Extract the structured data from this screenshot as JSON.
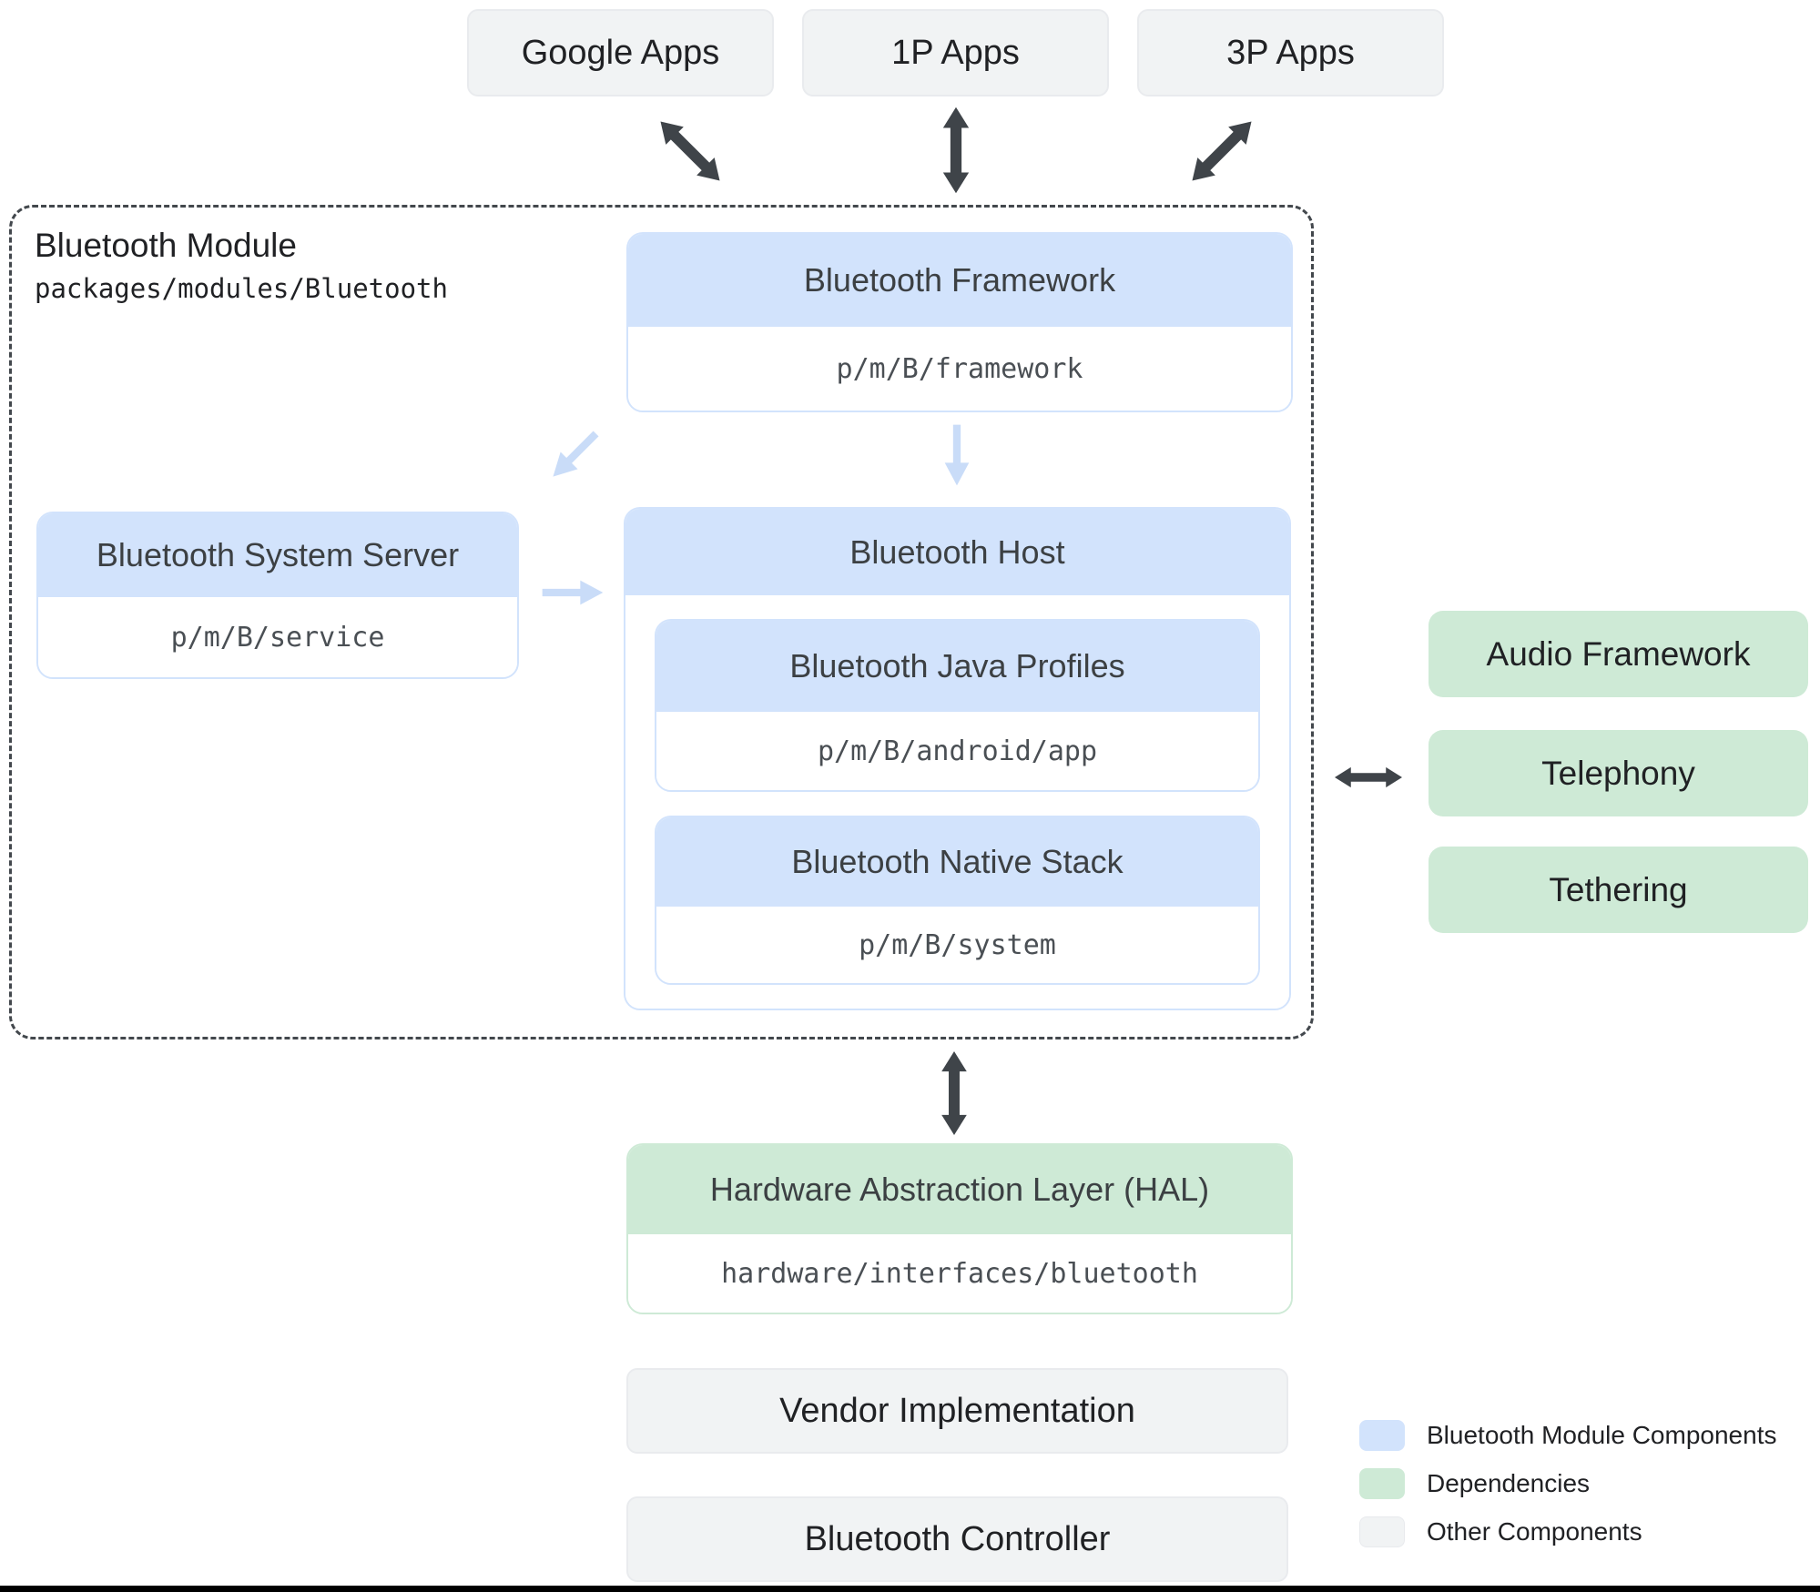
{
  "app_boxes": [
    {
      "label": "Google Apps"
    },
    {
      "label": "1P Apps"
    },
    {
      "label": "3P Apps"
    }
  ],
  "module": {
    "title": "Bluetooth Module",
    "path": "packages/modules/Bluetooth",
    "framework": {
      "title": "Bluetooth Framework",
      "path": "p/m/B/framework"
    },
    "system_server": {
      "title": "Bluetooth System Server",
      "path": "p/m/B/service"
    },
    "host": {
      "title": "Bluetooth Host",
      "children": [
        {
          "title": "Bluetooth Java Profiles",
          "path": "p/m/B/android/app"
        },
        {
          "title": "Bluetooth Native Stack",
          "path": "p/m/B/system"
        }
      ]
    }
  },
  "dependencies": [
    {
      "label": "Audio Framework"
    },
    {
      "label": "Telephony"
    },
    {
      "label": "Tethering"
    }
  ],
  "hal": {
    "title": "Hardware Abstraction Layer (HAL)",
    "path": "hardware/interfaces/bluetooth"
  },
  "other_components": [
    {
      "label": "Vendor Implementation"
    },
    {
      "label": "Bluetooth Controller"
    }
  ],
  "legend": [
    {
      "label": "Bluetooth Module Components",
      "color": "#d2e3fc"
    },
    {
      "label": "Dependencies",
      "color": "#ceead6"
    },
    {
      "label": "Other Components",
      "color": "#f1f3f4"
    }
  ],
  "colors": {
    "module_component": "#d2e3fc",
    "dependency": "#ceead6",
    "other_component": "#f1f3f4",
    "dark_arrow": "#3f4449",
    "light_arrow": "#c9dcf8",
    "dashed_border": "#43484d"
  }
}
